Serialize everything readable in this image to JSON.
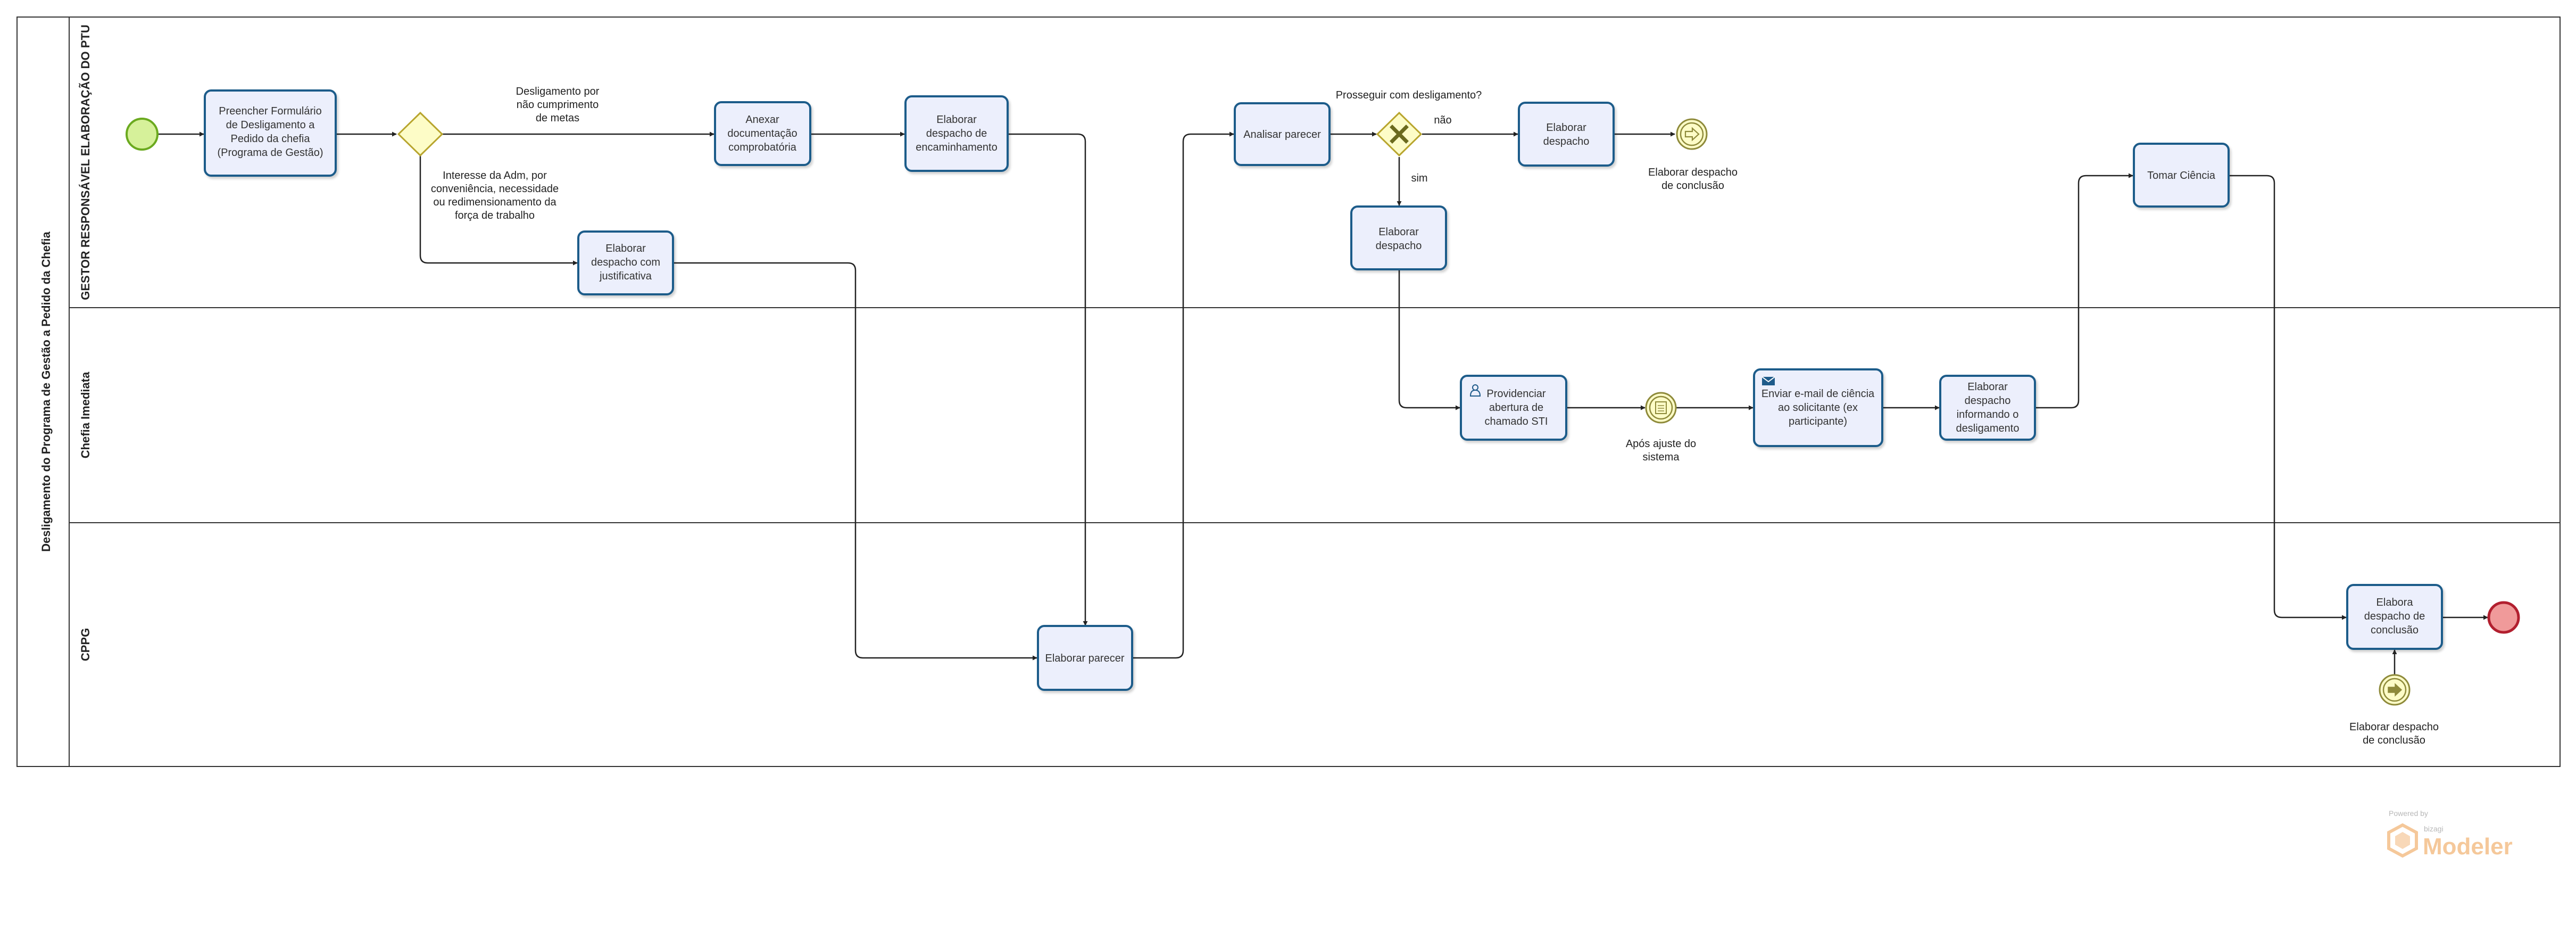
{
  "pool": {
    "title": "Desligamento do Programa de Gestão a Pedido da Chefia"
  },
  "lanes": [
    {
      "title": "GESTOR RESPONSÁVEL  ELABORAÇÃO DO PTU"
    },
    {
      "title": "Chefia Imediata"
    },
    {
      "title": "CPPG"
    }
  ],
  "tasks": {
    "preencher": [
      "Preencher Formulário",
      "de Desligamento a",
      "Pedido da chefia",
      "(Programa de Gestão)"
    ],
    "anexar": [
      "Anexar",
      "documentação",
      "comprobatória"
    ],
    "encaminhamento": [
      "Elaborar",
      "despacho de",
      "encaminhamento"
    ],
    "justificativa": [
      "Elaborar",
      "despacho com",
      "justificativa"
    ],
    "analisar": [
      "Analisar parecer"
    ],
    "despacho_nao": [
      "Elaborar",
      "despacho"
    ],
    "despacho_sim": [
      "Elaborar",
      "despacho"
    ],
    "tomar_ciencia": [
      "Tomar Ciência"
    ],
    "providenciar": [
      "Providenciar",
      "abertura de",
      "chamado STI"
    ],
    "enviar_email": [
      "Enviar e-mail de ciência",
      "ao solicitante (ex",
      "participante)"
    ],
    "informando": [
      "Elaborar",
      "despacho",
      "informando o",
      "desligamento"
    ],
    "parecer": [
      "Elaborar parecer"
    ],
    "conclusao": [
      "Elabora",
      "despacho de",
      "conclusão"
    ]
  },
  "labels": {
    "metas": [
      "Desligamento por",
      "não cumprimento",
      "de metas"
    ],
    "interesse": [
      "Interesse da Adm, por",
      "conveniência, necessidade",
      "ou redimensionamento da",
      "força de trabalho"
    ],
    "prosseguir": [
      "Prosseguir com desligamento?"
    ],
    "nao": [
      "não"
    ],
    "sim": [
      "sim"
    ],
    "end_conclusao": [
      "Elaborar despacho",
      "de conclusão"
    ],
    "apos_ajuste": [
      "Após ajuste do",
      "sistema"
    ],
    "link_conclusao": [
      "Elaborar despacho",
      "de conclusão"
    ]
  },
  "branding": {
    "powered": "Powered by",
    "bizagi": "bizagi",
    "product": "Modeler"
  },
  "colors": {
    "task_fill": "#ECEFFC",
    "task_stroke": "#1F5B8A",
    "start_fill": "#D6F19A",
    "start_stroke": "#6BAA1F",
    "end_fill": "#F09A9A",
    "end_stroke": "#B21F2F",
    "gateway_fill": "#FDFCC7",
    "gateway_stroke": "#B8A52E",
    "flow": "#222222",
    "brand": "#F5C89A"
  }
}
